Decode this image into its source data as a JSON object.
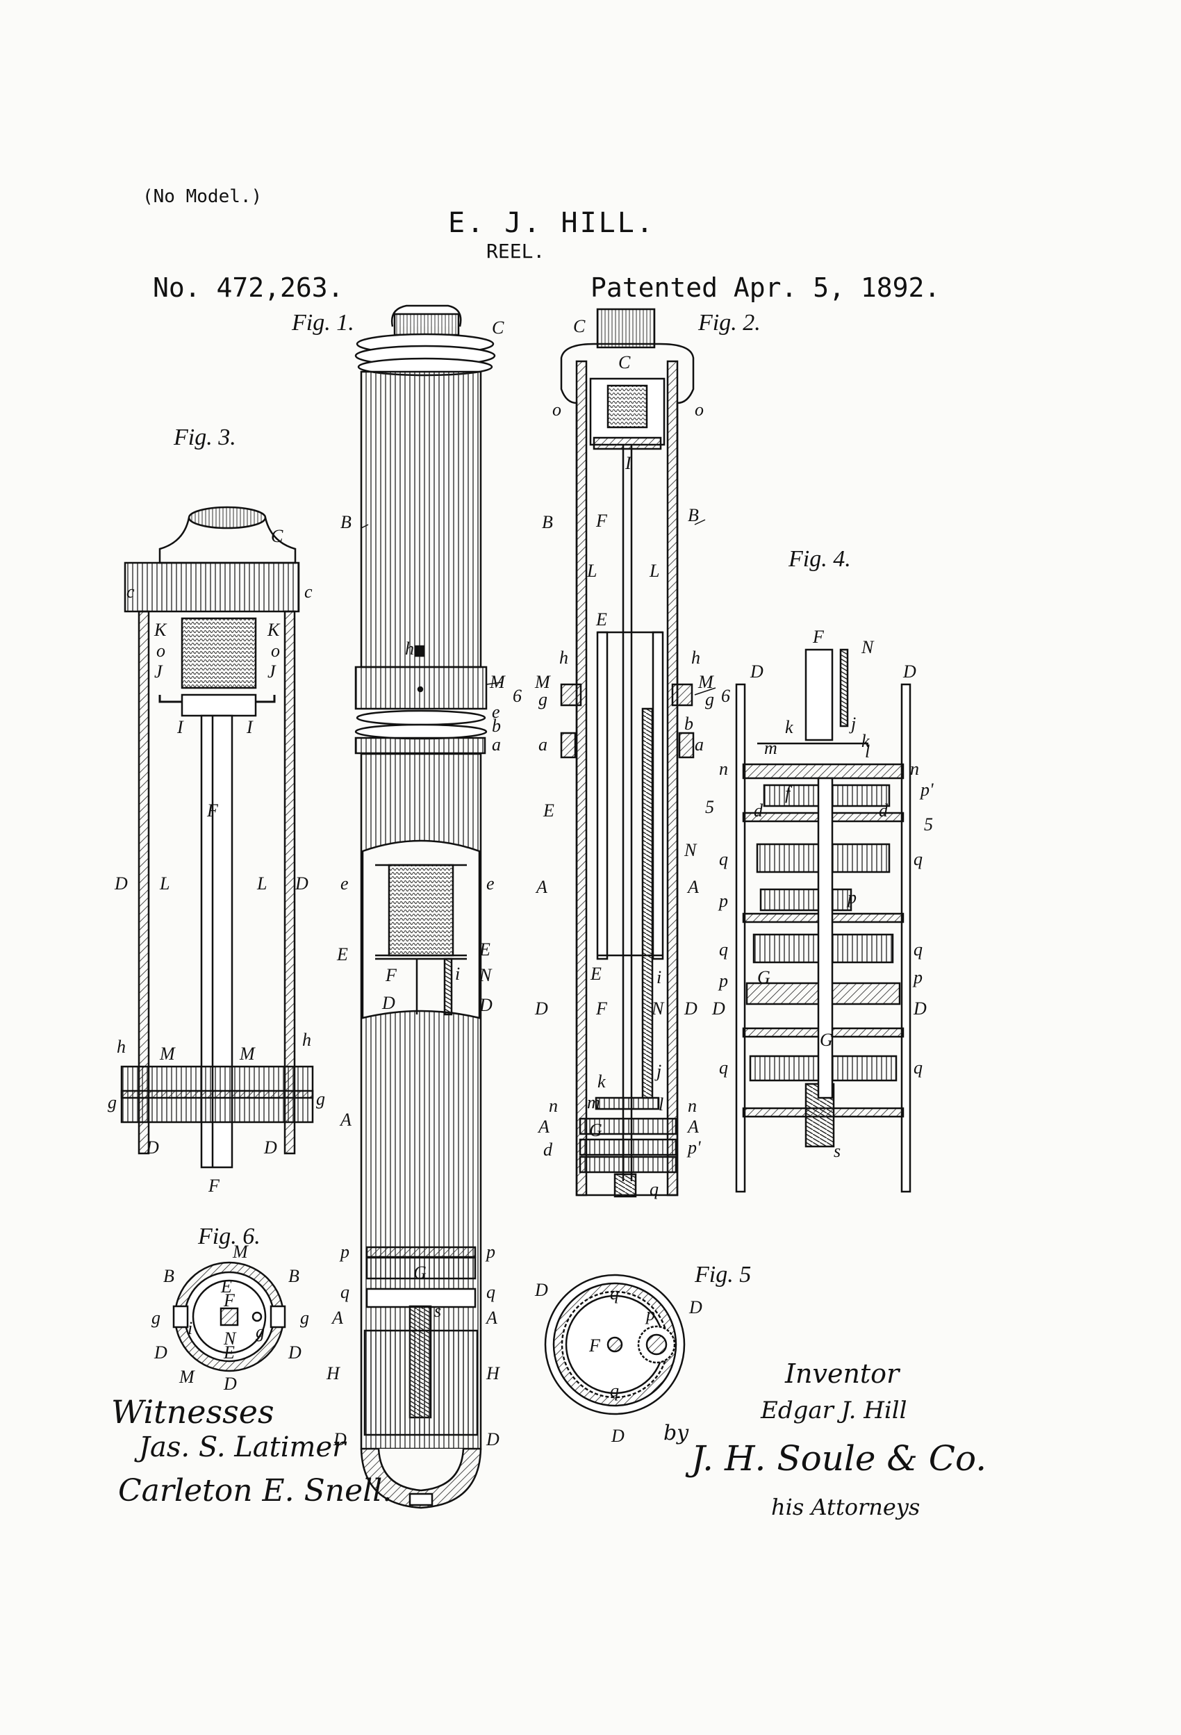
{
  "header": {
    "model_note": "(No Model.)",
    "inventor_name": "E. J. HILL.",
    "title": "REEL.",
    "patent_number": "No. 472,263.",
    "patent_date": "Patented Apr. 5, 1892."
  },
  "figures": {
    "fig1": "Fig. 1.",
    "fig2": "Fig. 2.",
    "fig3": "Fig. 3.",
    "fig4": "Fig. 4.",
    "fig5": "Fig. 5",
    "fig6": "Fig. 6."
  },
  "labels": {
    "A": "A",
    "B": "B",
    "C": "C",
    "c": "c",
    "D": "D",
    "E": "E",
    "F": "F",
    "G": "G",
    "H": "H",
    "I": "I",
    "J": "J",
    "K": "K",
    "L": "L",
    "M": "M",
    "N": "N",
    "a": "a",
    "b": "b",
    "d": "d",
    "e": "e",
    "f": "f",
    "g": "g",
    "h": "h",
    "i": "i",
    "j": "j",
    "k": "k",
    "l": "l",
    "m": "m",
    "n": "n",
    "o": "o",
    "p": "p",
    "p_prime": "p'",
    "q": "q",
    "s": "s",
    "six": "6",
    "five": "5"
  },
  "signatures": {
    "witnesses_label": "Witnesses",
    "witness_1": "Jas. S. Latimer",
    "witness_2": "Carleton E. Snell.",
    "inventor_label": "Inventor",
    "inventor_signature": "Edgar J. Hill",
    "by": "by",
    "attorney": "J. H. Soule & Co.",
    "attorney_label": "his Attorneys"
  }
}
